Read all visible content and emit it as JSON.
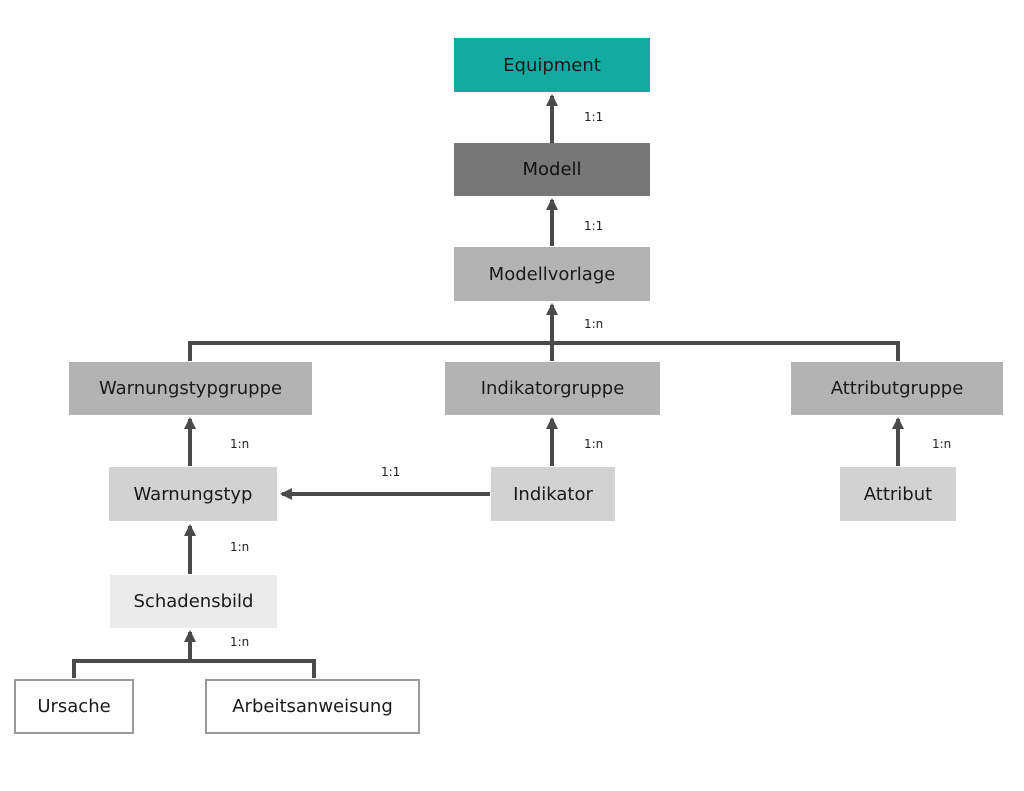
{
  "nodes": {
    "equipment": "Equipment",
    "modell": "Modell",
    "modellvorlage": "Modellvorlage",
    "warnungstypgruppe": "Warnungstypgruppe",
    "indikatorgruppe": "Indikatorgruppe",
    "attributgruppe": "Attributgruppe",
    "warnungstyp": "Warnungstyp",
    "indikator": "Indikator",
    "attribut": "Attribut",
    "schadensbild": "Schadensbild",
    "ursache": "Ursache",
    "arbeitsanweisung": "Arbeitsanweisung"
  },
  "cardinalities": {
    "modell_equipment": "1:1",
    "modellvorlage_modell": "1:1",
    "groups_modellvorlage": "1:n",
    "warnungstyp_gruppe": "1:n",
    "indikator_gruppe": "1:n",
    "attribut_gruppe": "1:n",
    "indikator_warnungstyp": "1:1",
    "schadensbild_warnungstyp": "1:n",
    "children_schadensbild": "1:n"
  },
  "colors": {
    "teal": "#12aaa0",
    "dark_gray": "#777777",
    "mid_gray": "#b3b3b3",
    "light_gray": "#d2d2d2",
    "pale_gray": "#ebebeb",
    "connector": "#4a4a4a"
  }
}
